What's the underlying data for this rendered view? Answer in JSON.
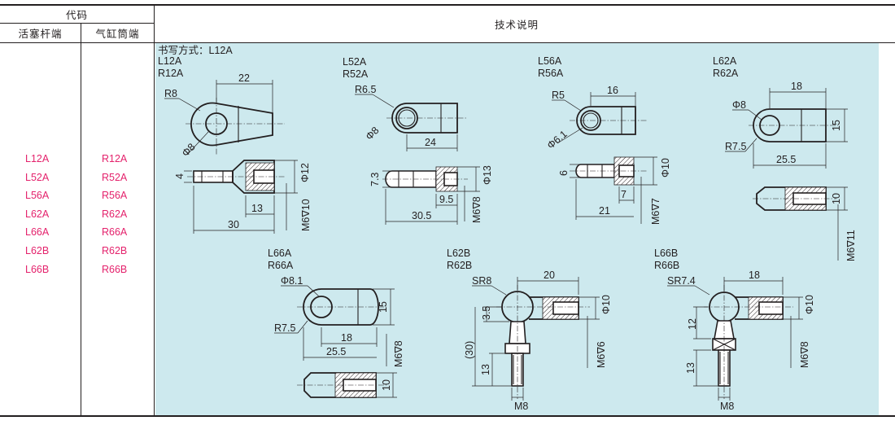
{
  "table": {
    "header": {
      "code_group": "代码",
      "rod_end": "活塞杆端",
      "cylinder_end": "气缸筒端",
      "technical_notes": "技术说明"
    },
    "rod_end_codes": [
      "L12A",
      "L52A",
      "L56A",
      "L62A",
      "L66A",
      "L62B",
      "L66B"
    ],
    "cylinder_end_codes": [
      "R12A",
      "R52A",
      "R56A",
      "R62A",
      "R66A",
      "R62B",
      "R66B"
    ],
    "code_color": "#e4226c",
    "panel_color": "#cde9ee"
  },
  "drawings": {
    "notation": "书写方式：L12A",
    "l12a": {
      "codes": [
        "L12A",
        "R12A"
      ],
      "dims": [
        "R8",
        "22",
        "Φ8",
        "Φ12",
        "4",
        "13",
        "30",
        "M6∇10"
      ]
    },
    "l52a": {
      "codes": [
        "L52A",
        "R52A"
      ],
      "dims": [
        "R6.5",
        "Φ8",
        "24",
        "7.3",
        "Φ13",
        "9.5",
        "30.5",
        "M6∇8"
      ]
    },
    "l56a": {
      "codes": [
        "L56A",
        "R56A"
      ],
      "dims": [
        "16",
        "R5",
        "Φ6.1",
        "6",
        "Φ10",
        "7",
        "21",
        "M6∇7"
      ]
    },
    "l62a": {
      "codes": [
        "L62A",
        "R62A"
      ],
      "dims": [
        "18",
        "Φ8",
        "15",
        "R7.5",
        "25.5",
        "10",
        "M6∇11"
      ]
    },
    "l66a": {
      "codes": [
        "L66A",
        "R66A"
      ],
      "dims": [
        "Φ8.1",
        "15",
        "R7.5",
        "18",
        "25.5",
        "M6∇8",
        "10"
      ]
    },
    "l62b": {
      "codes": [
        "L62B",
        "R62B"
      ],
      "dims": [
        "SR8",
        "20",
        "3.5",
        "(30)",
        "13",
        "Φ10",
        "M6∇6",
        "M8"
      ]
    },
    "l66b": {
      "codes": [
        "L66B",
        "R66B"
      ],
      "dims": [
        "SR7.4",
        "18",
        "12",
        "13",
        "Φ10",
        "M6∇8",
        "M8"
      ]
    }
  }
}
